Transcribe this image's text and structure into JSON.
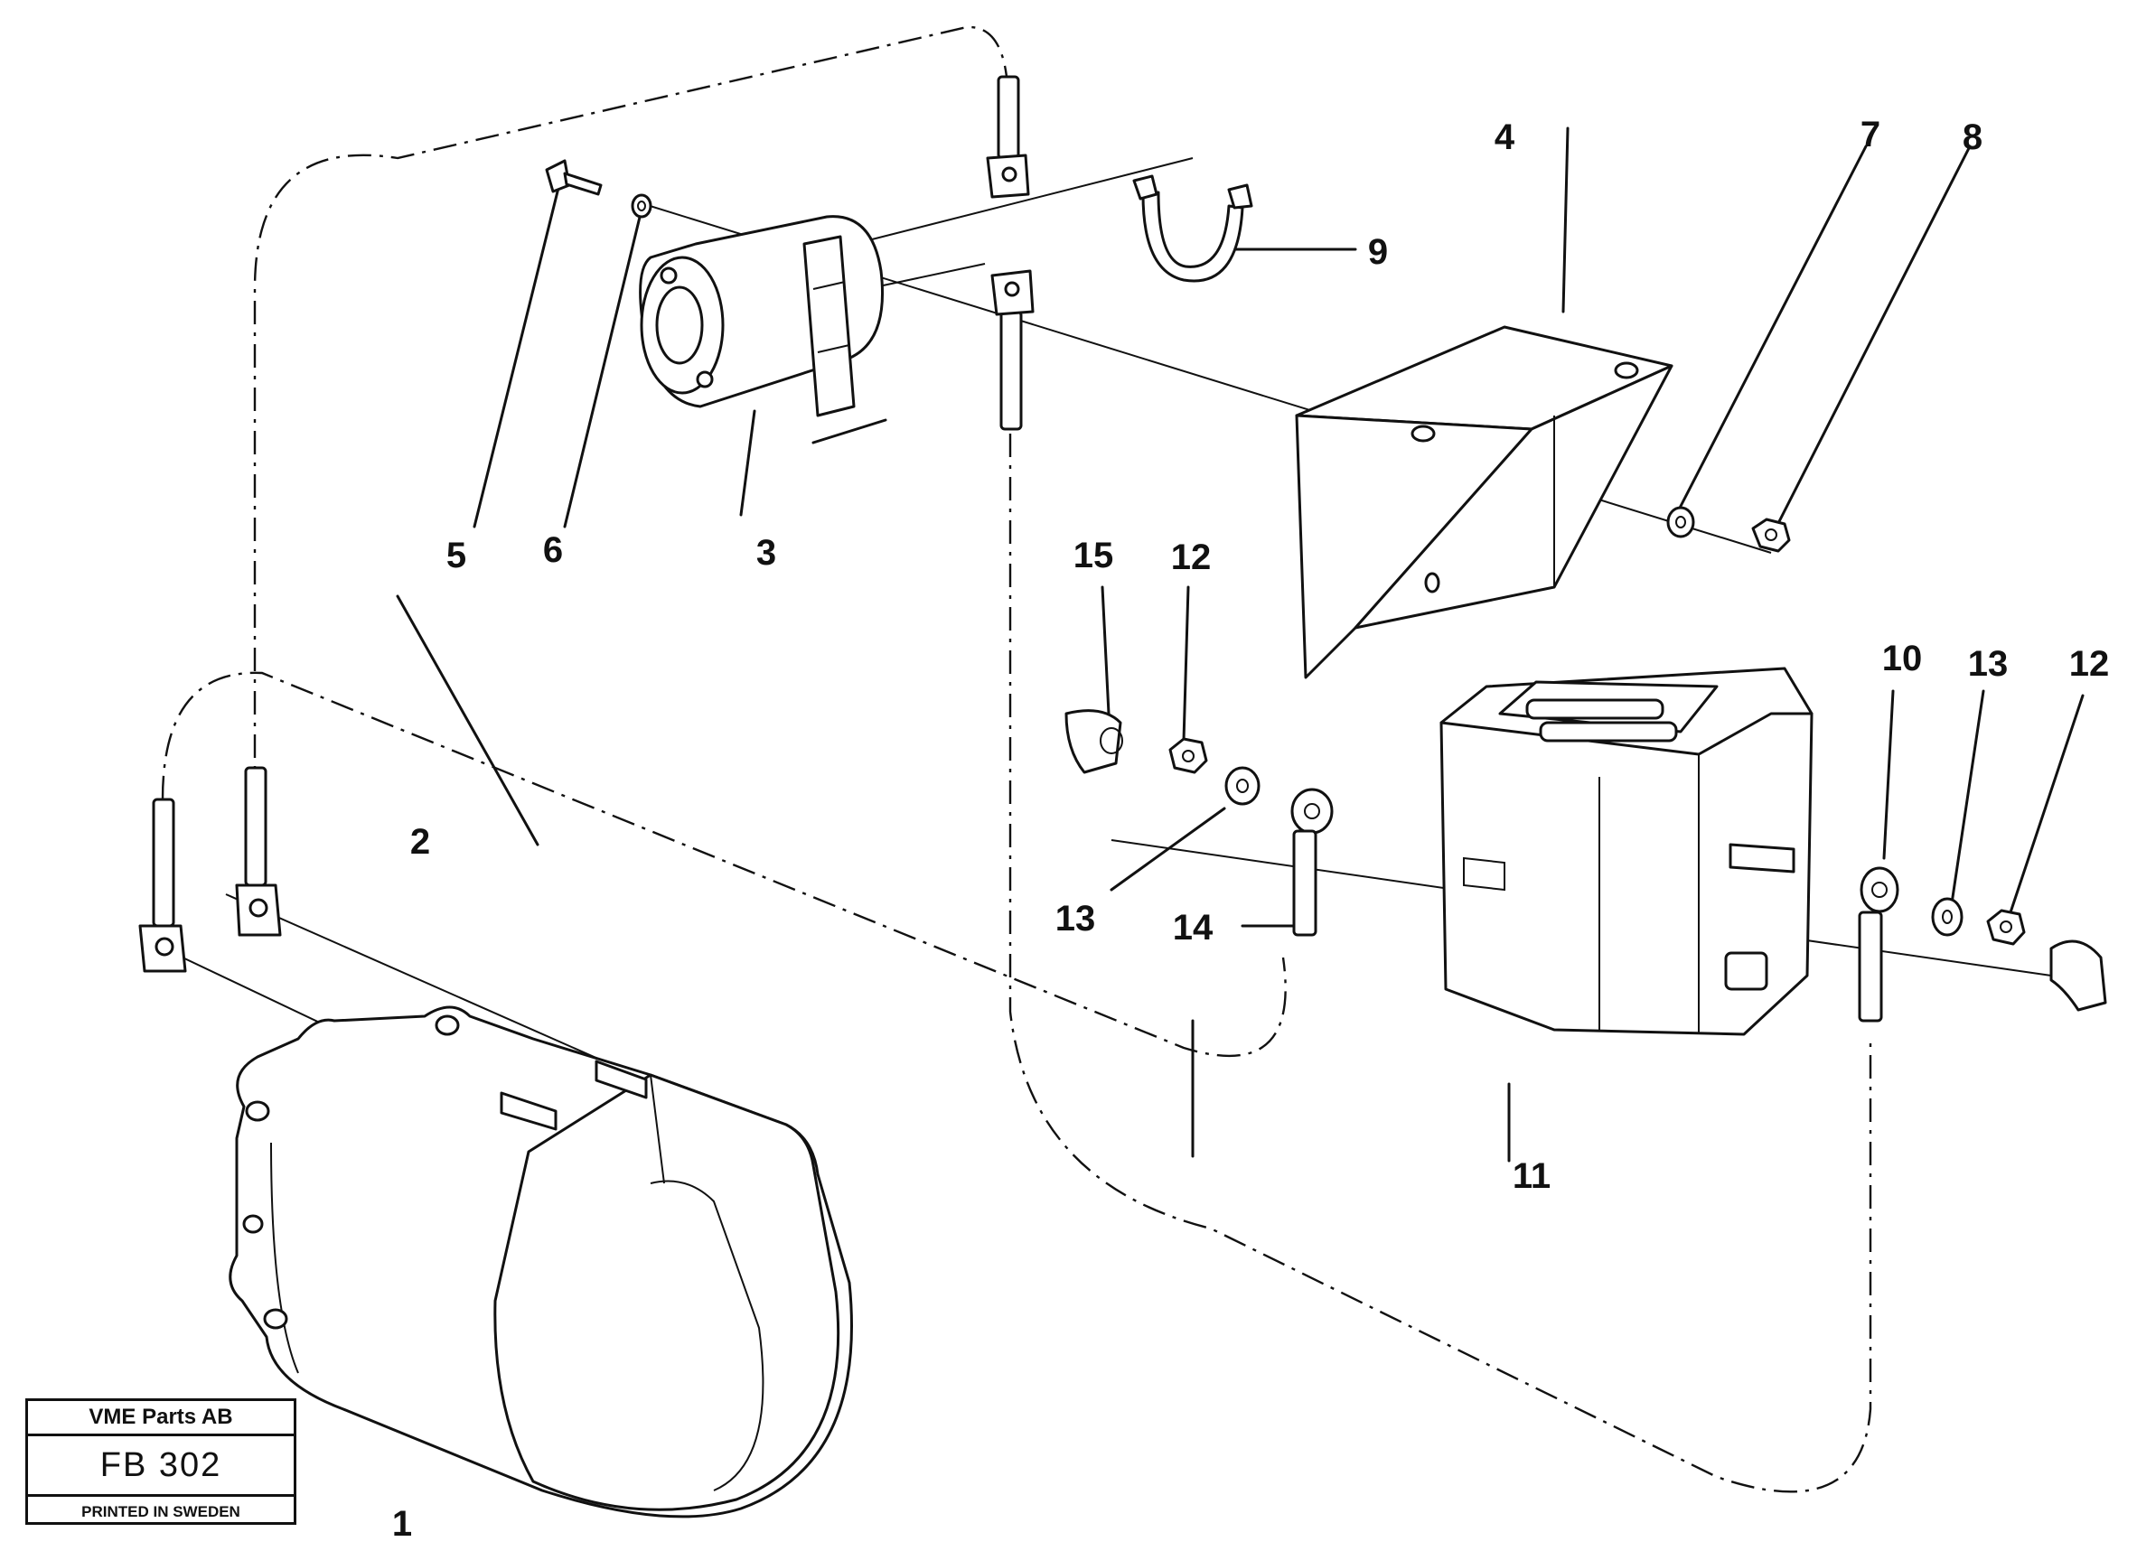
{
  "labels": {
    "p1": "1",
    "p2": "2",
    "p3": "3",
    "p4": "4",
    "p5": "5",
    "p6": "6",
    "p7": "7",
    "p8": "8",
    "p9": "9",
    "p10": "10",
    "p11": "11",
    "p12a": "12",
    "p12b": "12",
    "p13a": "13",
    "p13b": "13",
    "p14": "14",
    "p15": "15"
  },
  "stamp": {
    "company": "VME Parts AB",
    "code": "FB 302",
    "printed": "PRINTED IN SWEDEN"
  }
}
